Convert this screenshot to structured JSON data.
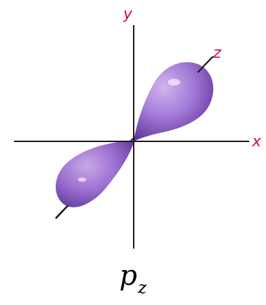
{
  "labels": {
    "x": "x",
    "y": "y",
    "z": "z"
  },
  "caption": {
    "base": "p",
    "subscript": "z"
  },
  "colors": {
    "axis_line": "#1a1a1a",
    "axis_label": "#c8103c",
    "lobe_light": "#c8a6e6",
    "lobe_mid": "#9b6fd0",
    "lobe_dark": "#5c2f96"
  }
}
